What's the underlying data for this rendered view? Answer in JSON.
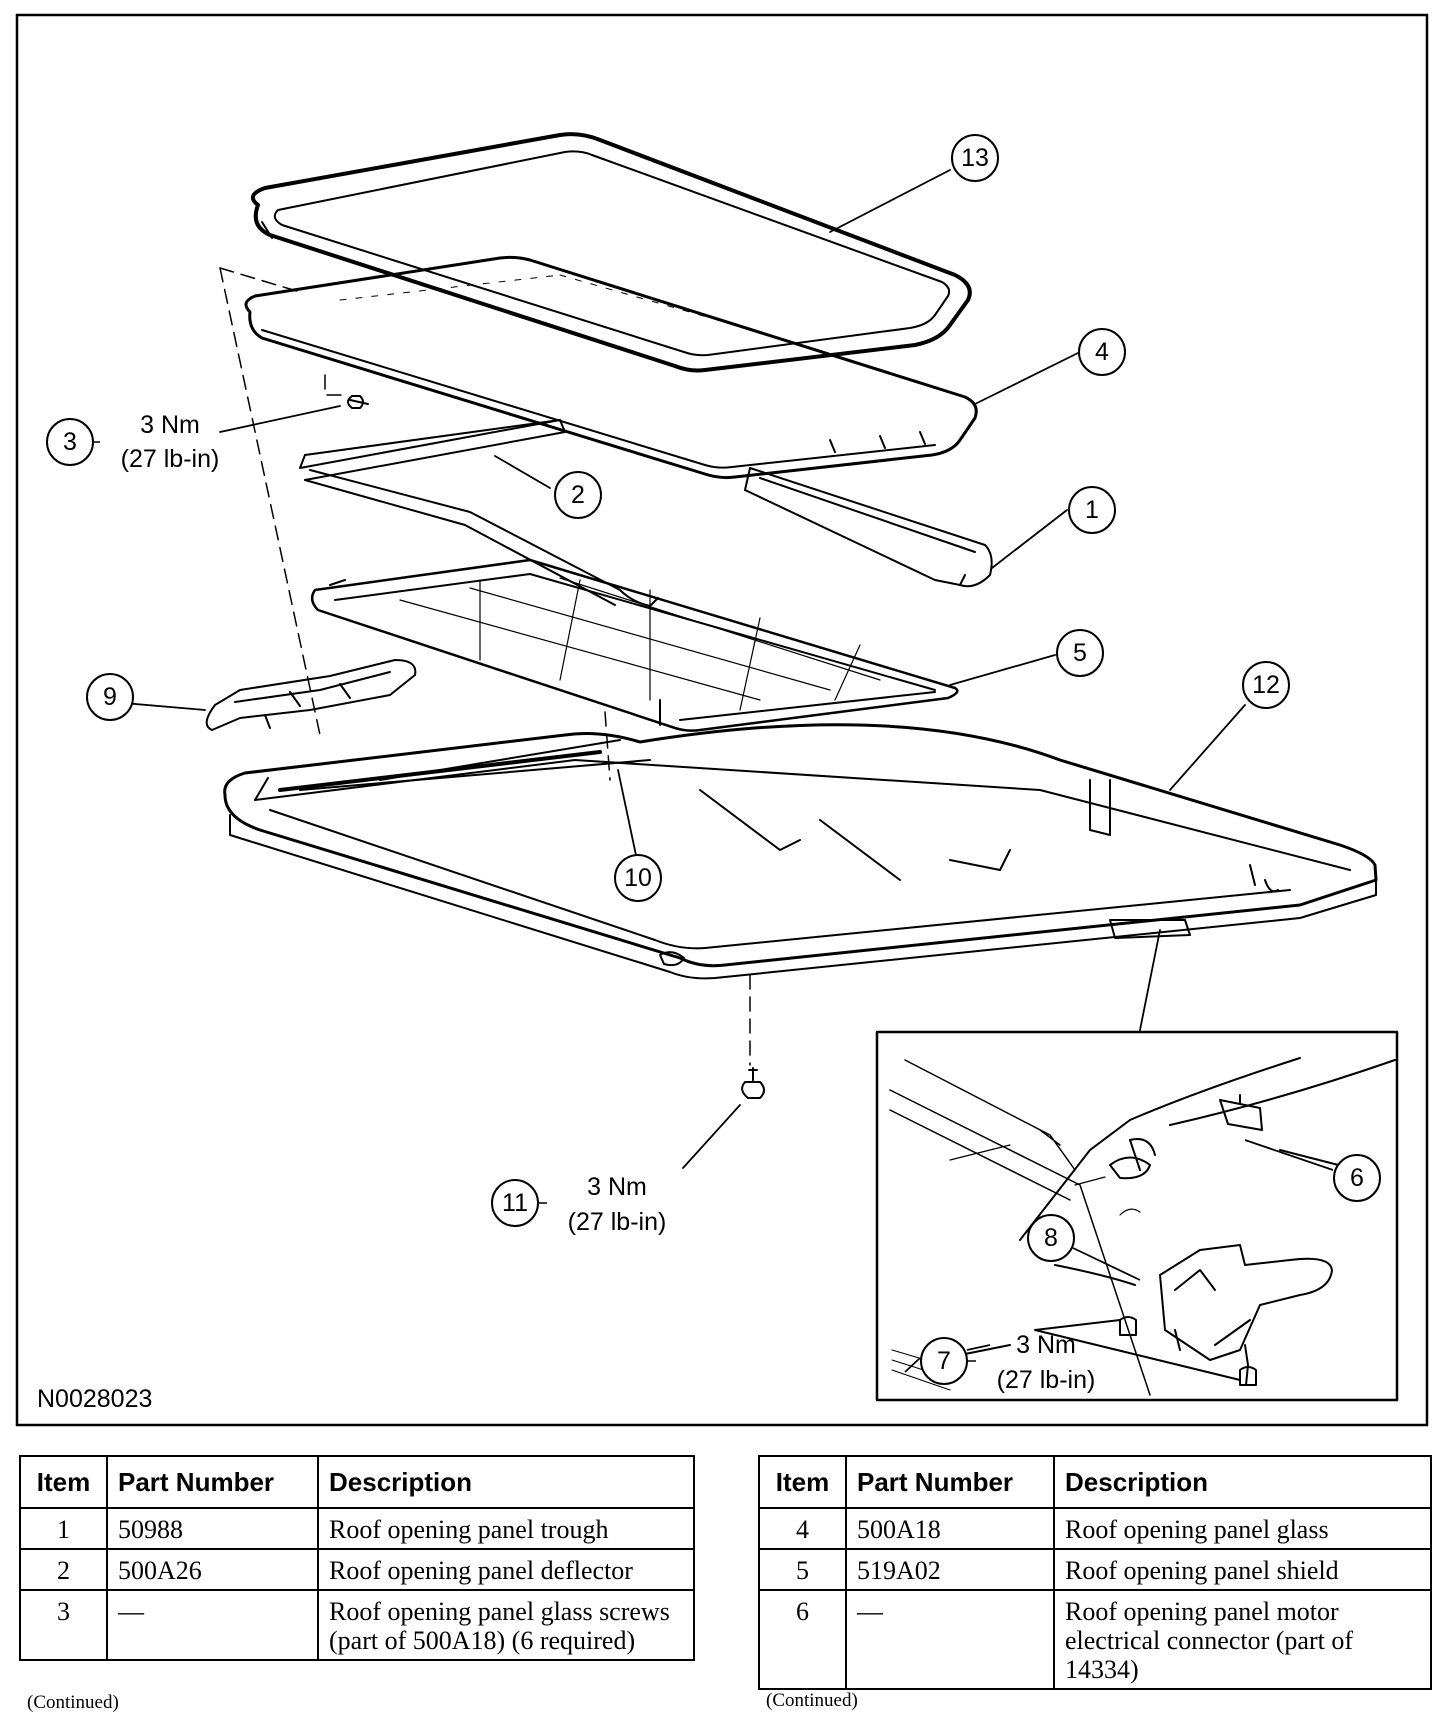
{
  "diagram": {
    "ref_code": "N0028023",
    "callouts": [
      "1",
      "2",
      "3",
      "4",
      "5",
      "6",
      "7",
      "8",
      "9",
      "10",
      "11",
      "12",
      "13"
    ],
    "torque_specs": [
      {
        "callout": "3",
        "nm": "3 Nm",
        "lbin": "(27 lb-in)"
      },
      {
        "callout": "11",
        "nm": "3 Nm",
        "lbin": "(27 lb-in)"
      },
      {
        "callout": "7",
        "nm": "3 Nm",
        "lbin": "(27 lb-in)"
      }
    ]
  },
  "tables": {
    "headers": {
      "item": "Item",
      "part_number": "Part Number",
      "description": "Description"
    },
    "left": {
      "rows": [
        {
          "item": "1",
          "part": "50988",
          "desc": "Roof opening panel trough"
        },
        {
          "item": "2",
          "part": "500A26",
          "desc": "Roof opening panel deflector"
        },
        {
          "item": "3",
          "part": "—",
          "desc": "Roof opening panel glass screws (part of 500A18) (6 required)"
        }
      ],
      "continued": "(Continued)"
    },
    "right": {
      "rows": [
        {
          "item": "4",
          "part": "500A18",
          "desc": "Roof opening panel glass"
        },
        {
          "item": "5",
          "part": "519A02",
          "desc": "Roof opening panel shield"
        },
        {
          "item": "6",
          "part": "—",
          "desc": "Roof opening panel motor electrical connector (part of 14334)"
        }
      ],
      "continued": "(Continued)"
    }
  }
}
